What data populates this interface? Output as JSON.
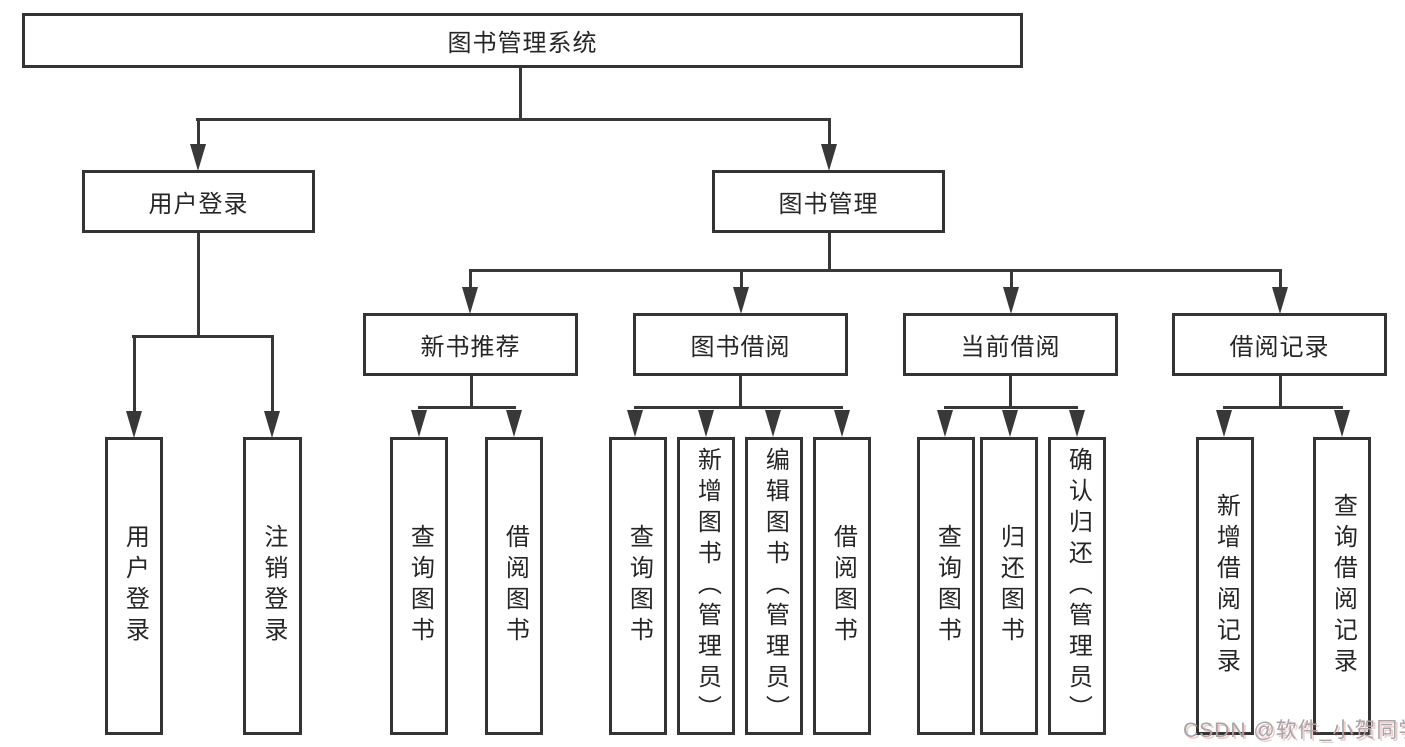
{
  "diagram": {
    "title": "图书管理系统",
    "nodes": {
      "root": "图书管理系统",
      "level2": {
        "user_login": "用户登录",
        "book_mgmt": "图书管理"
      },
      "level3": {
        "new_rec": "新书推荐",
        "borrow": "图书借阅",
        "current": "当前借阅",
        "records": "借阅记录"
      },
      "leaves": {
        "login": "用户登录",
        "logout": "注销登录",
        "rec_query": "查询图书",
        "rec_borrow": "借阅图书",
        "bor_query": "查询图书",
        "bor_add": "新增图书（管理员）",
        "bor_edit": "编辑图书（管理员）",
        "bor_borrow": "借阅图书",
        "cur_query": "查询图书",
        "cur_return": "归还图书",
        "cur_confirm": "确认归还（管理员）",
        "recs_add": "新增借阅记录",
        "recs_query": "查询借阅记录"
      }
    },
    "watermark": "CSDN @软件_小贺同学",
    "colors": {
      "line": "#383838",
      "border": "#333333",
      "text": "#262626",
      "watermark_gray": "#a3a6aa",
      "background": "#ffffff"
    }
  }
}
